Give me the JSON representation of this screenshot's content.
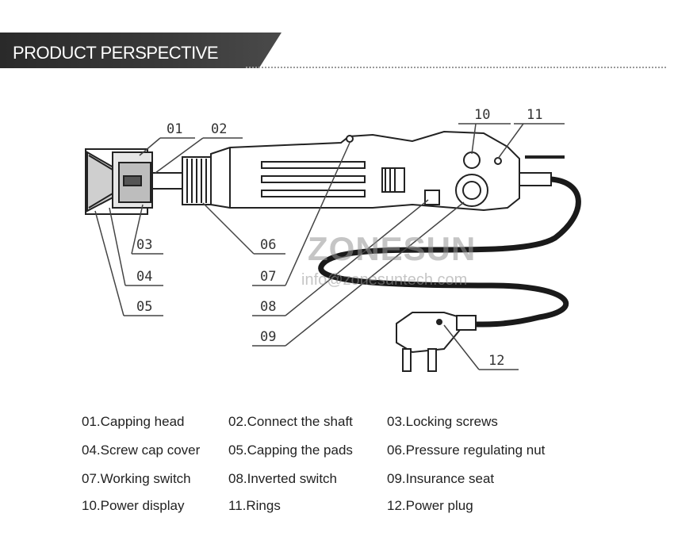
{
  "header": {
    "title": "PRODUCT PERSPECTIVE"
  },
  "watermark": {
    "brand": "ZONESUN",
    "url": "info@zonesuntech.com"
  },
  "callouts": {
    "c01": "01",
    "c02": "02",
    "c03": "03",
    "c04": "04",
    "c05": "05",
    "c06": "06",
    "c07": "07",
    "c08": "08",
    "c09": "09",
    "c10": "10",
    "c11": "11",
    "c12": "12"
  },
  "legend": {
    "items": [
      "01.Capping head",
      "02.Connect the shaft",
      "03.Locking screws",
      "04.Screw cap cover",
      "05.Capping the pads",
      "06.Pressure regulating nut",
      "07.Working switch",
      "08.Inverted switch",
      "09.Insurance seat",
      "10.Power display",
      "11.Rings",
      "12.Power plug"
    ]
  }
}
